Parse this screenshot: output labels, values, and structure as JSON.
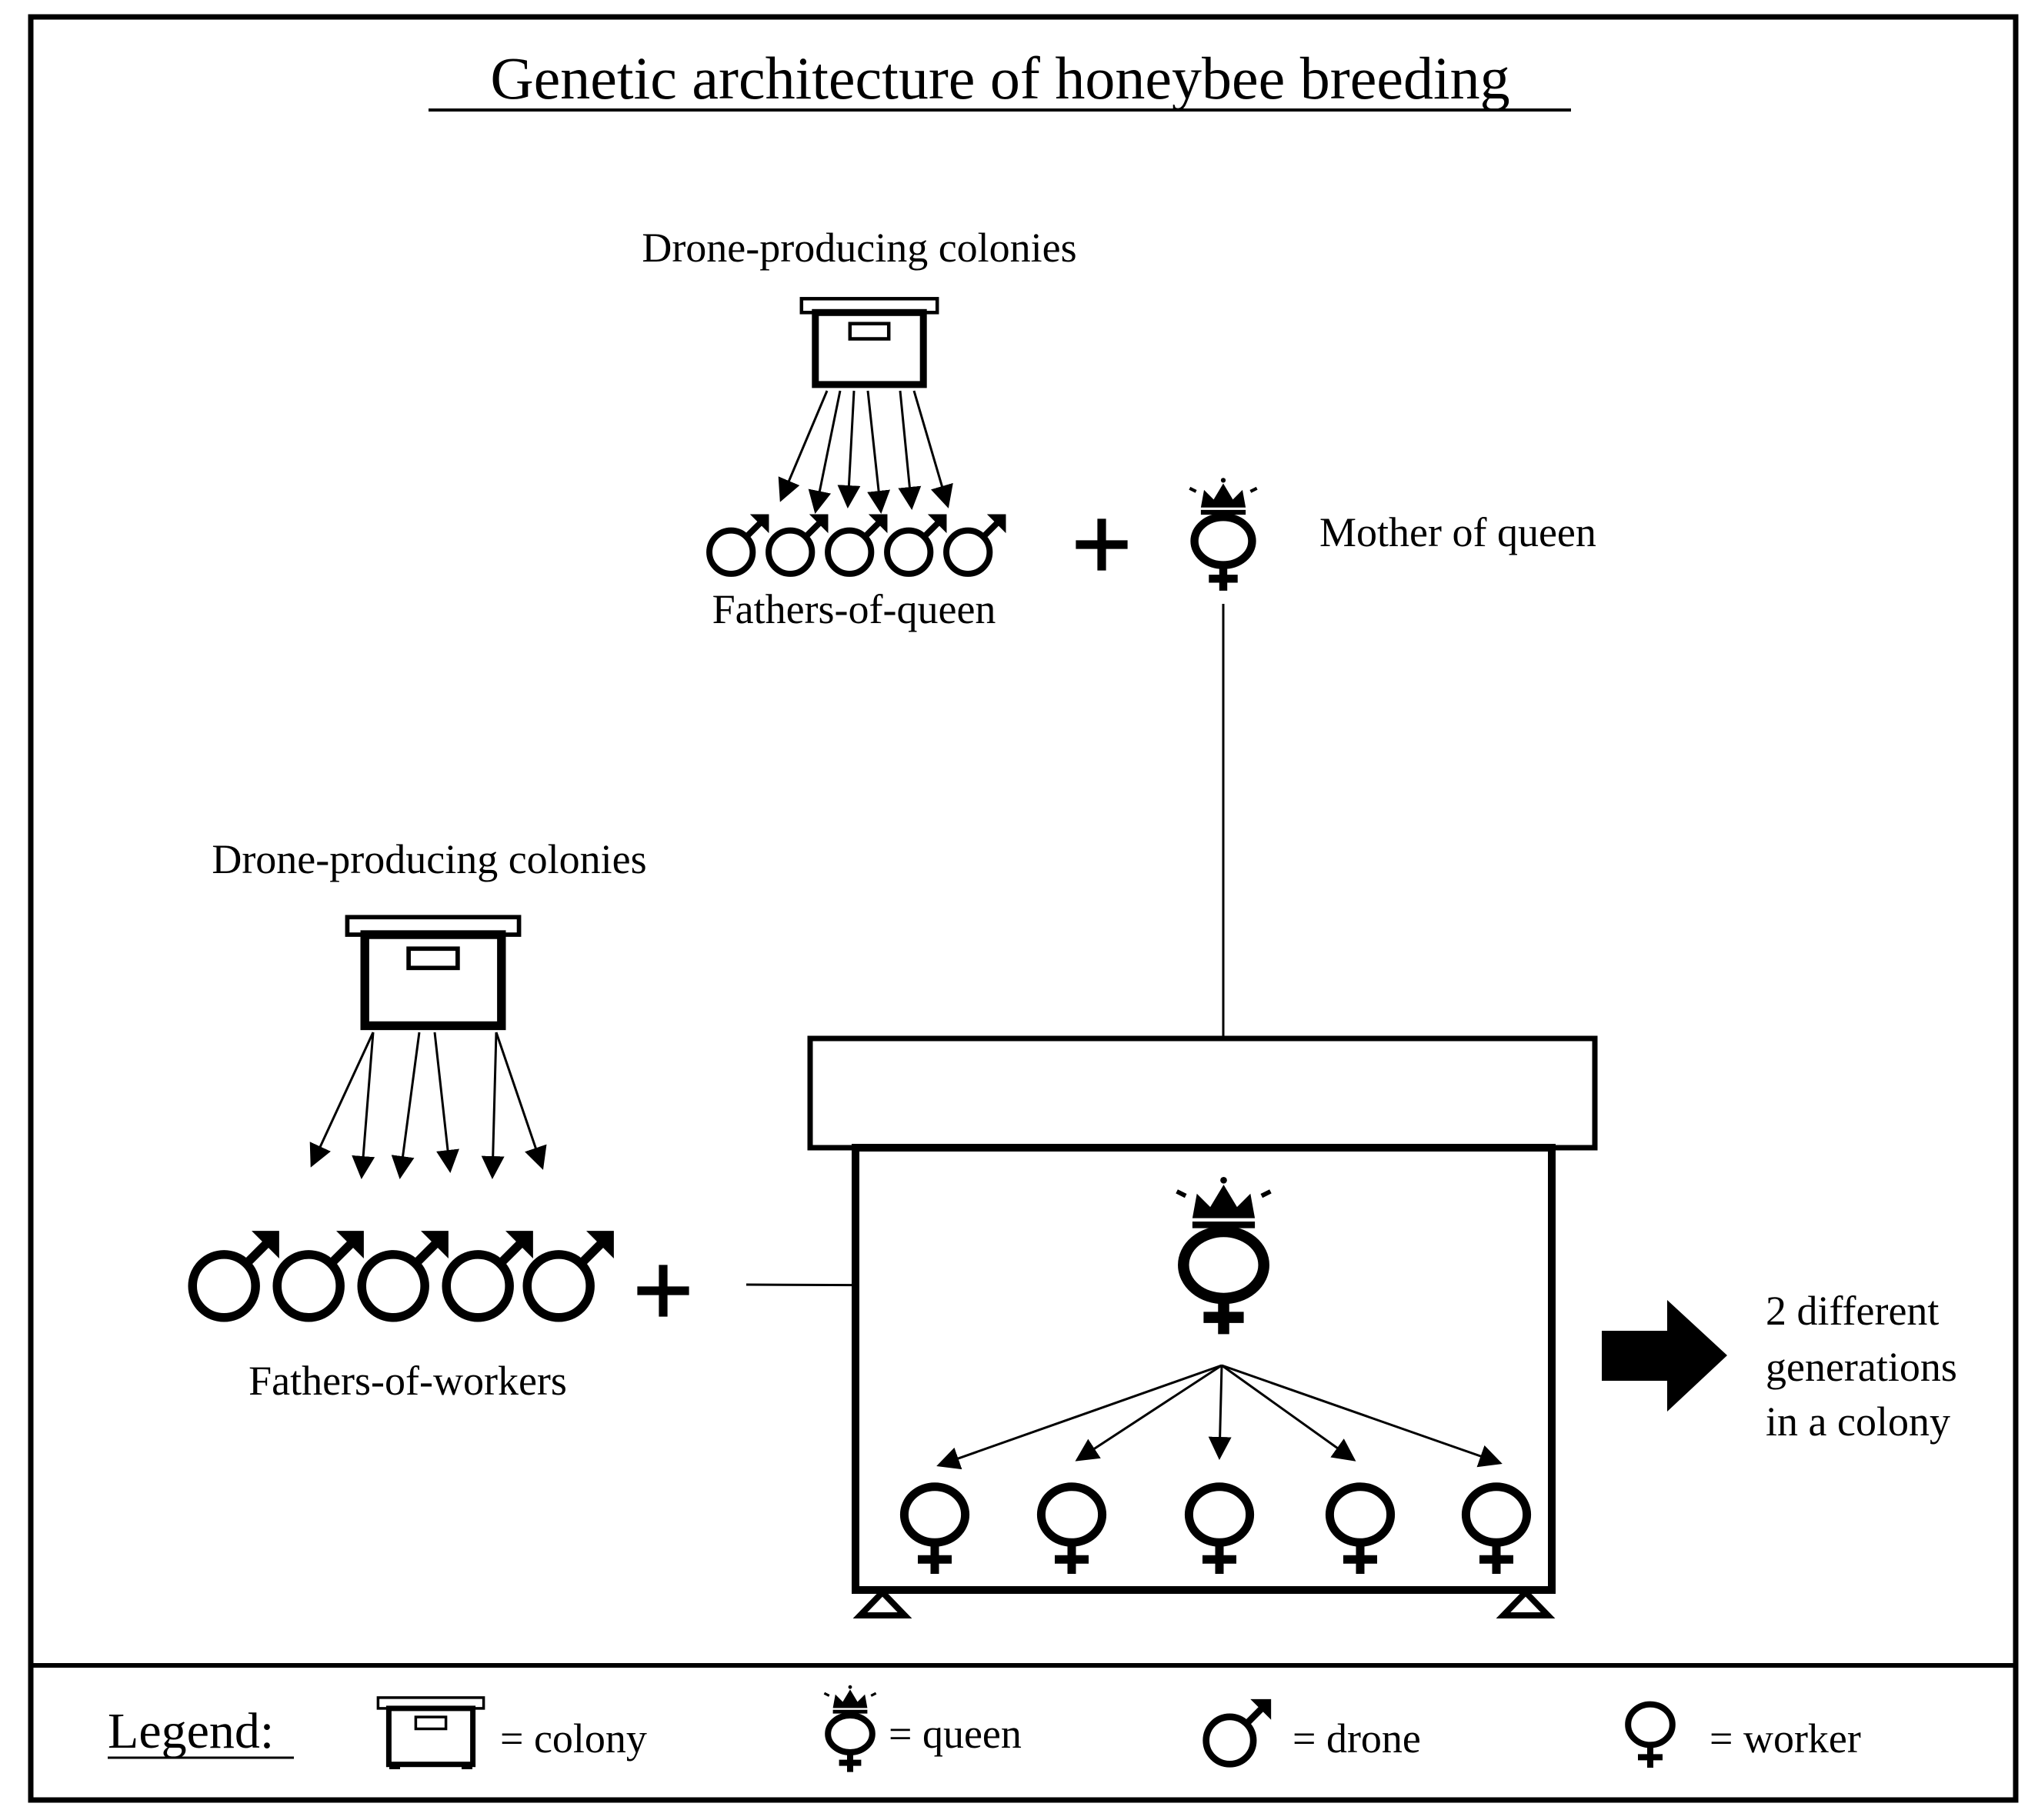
{
  "title": "Genetic architecture of honeybee breeding",
  "top_colonies_label": "Drone-producing colonies",
  "fathers_of_queen_label": "Fathers-of-queen",
  "mother_of_queen_label": "Mother of queen",
  "left_colonies_label": "Drone-producing colonies",
  "fathers_of_workers_label": "Fathers-of-workers",
  "outcome_lines": [
    "2 different",
    "generations",
    "in a colony"
  ],
  "legend": {
    "heading": "Legend:",
    "colony": "= colony",
    "queen": "= queen",
    "drone": "= drone",
    "worker": "= worker"
  },
  "colors": {
    "ink": "#000000",
    "background": "#ffffff"
  }
}
